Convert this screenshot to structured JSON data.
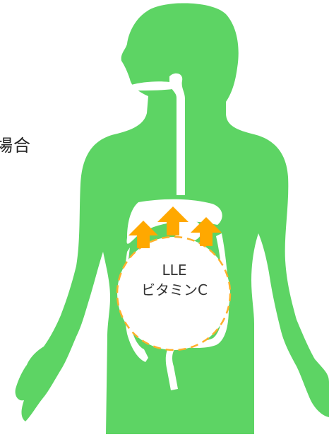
{
  "side_text": "場合",
  "circle_label": {
    "line1": "LLE",
    "line2": "ビタミンC"
  },
  "colors": {
    "body": "#5dd464",
    "organ": "#ffffff",
    "arrow": "#ffa800",
    "circle_border": "#ffb02a",
    "text": "#333333"
  },
  "icons": {
    "body": "human-body-silhouette-icon",
    "arrow": "up-arrow-icon"
  }
}
